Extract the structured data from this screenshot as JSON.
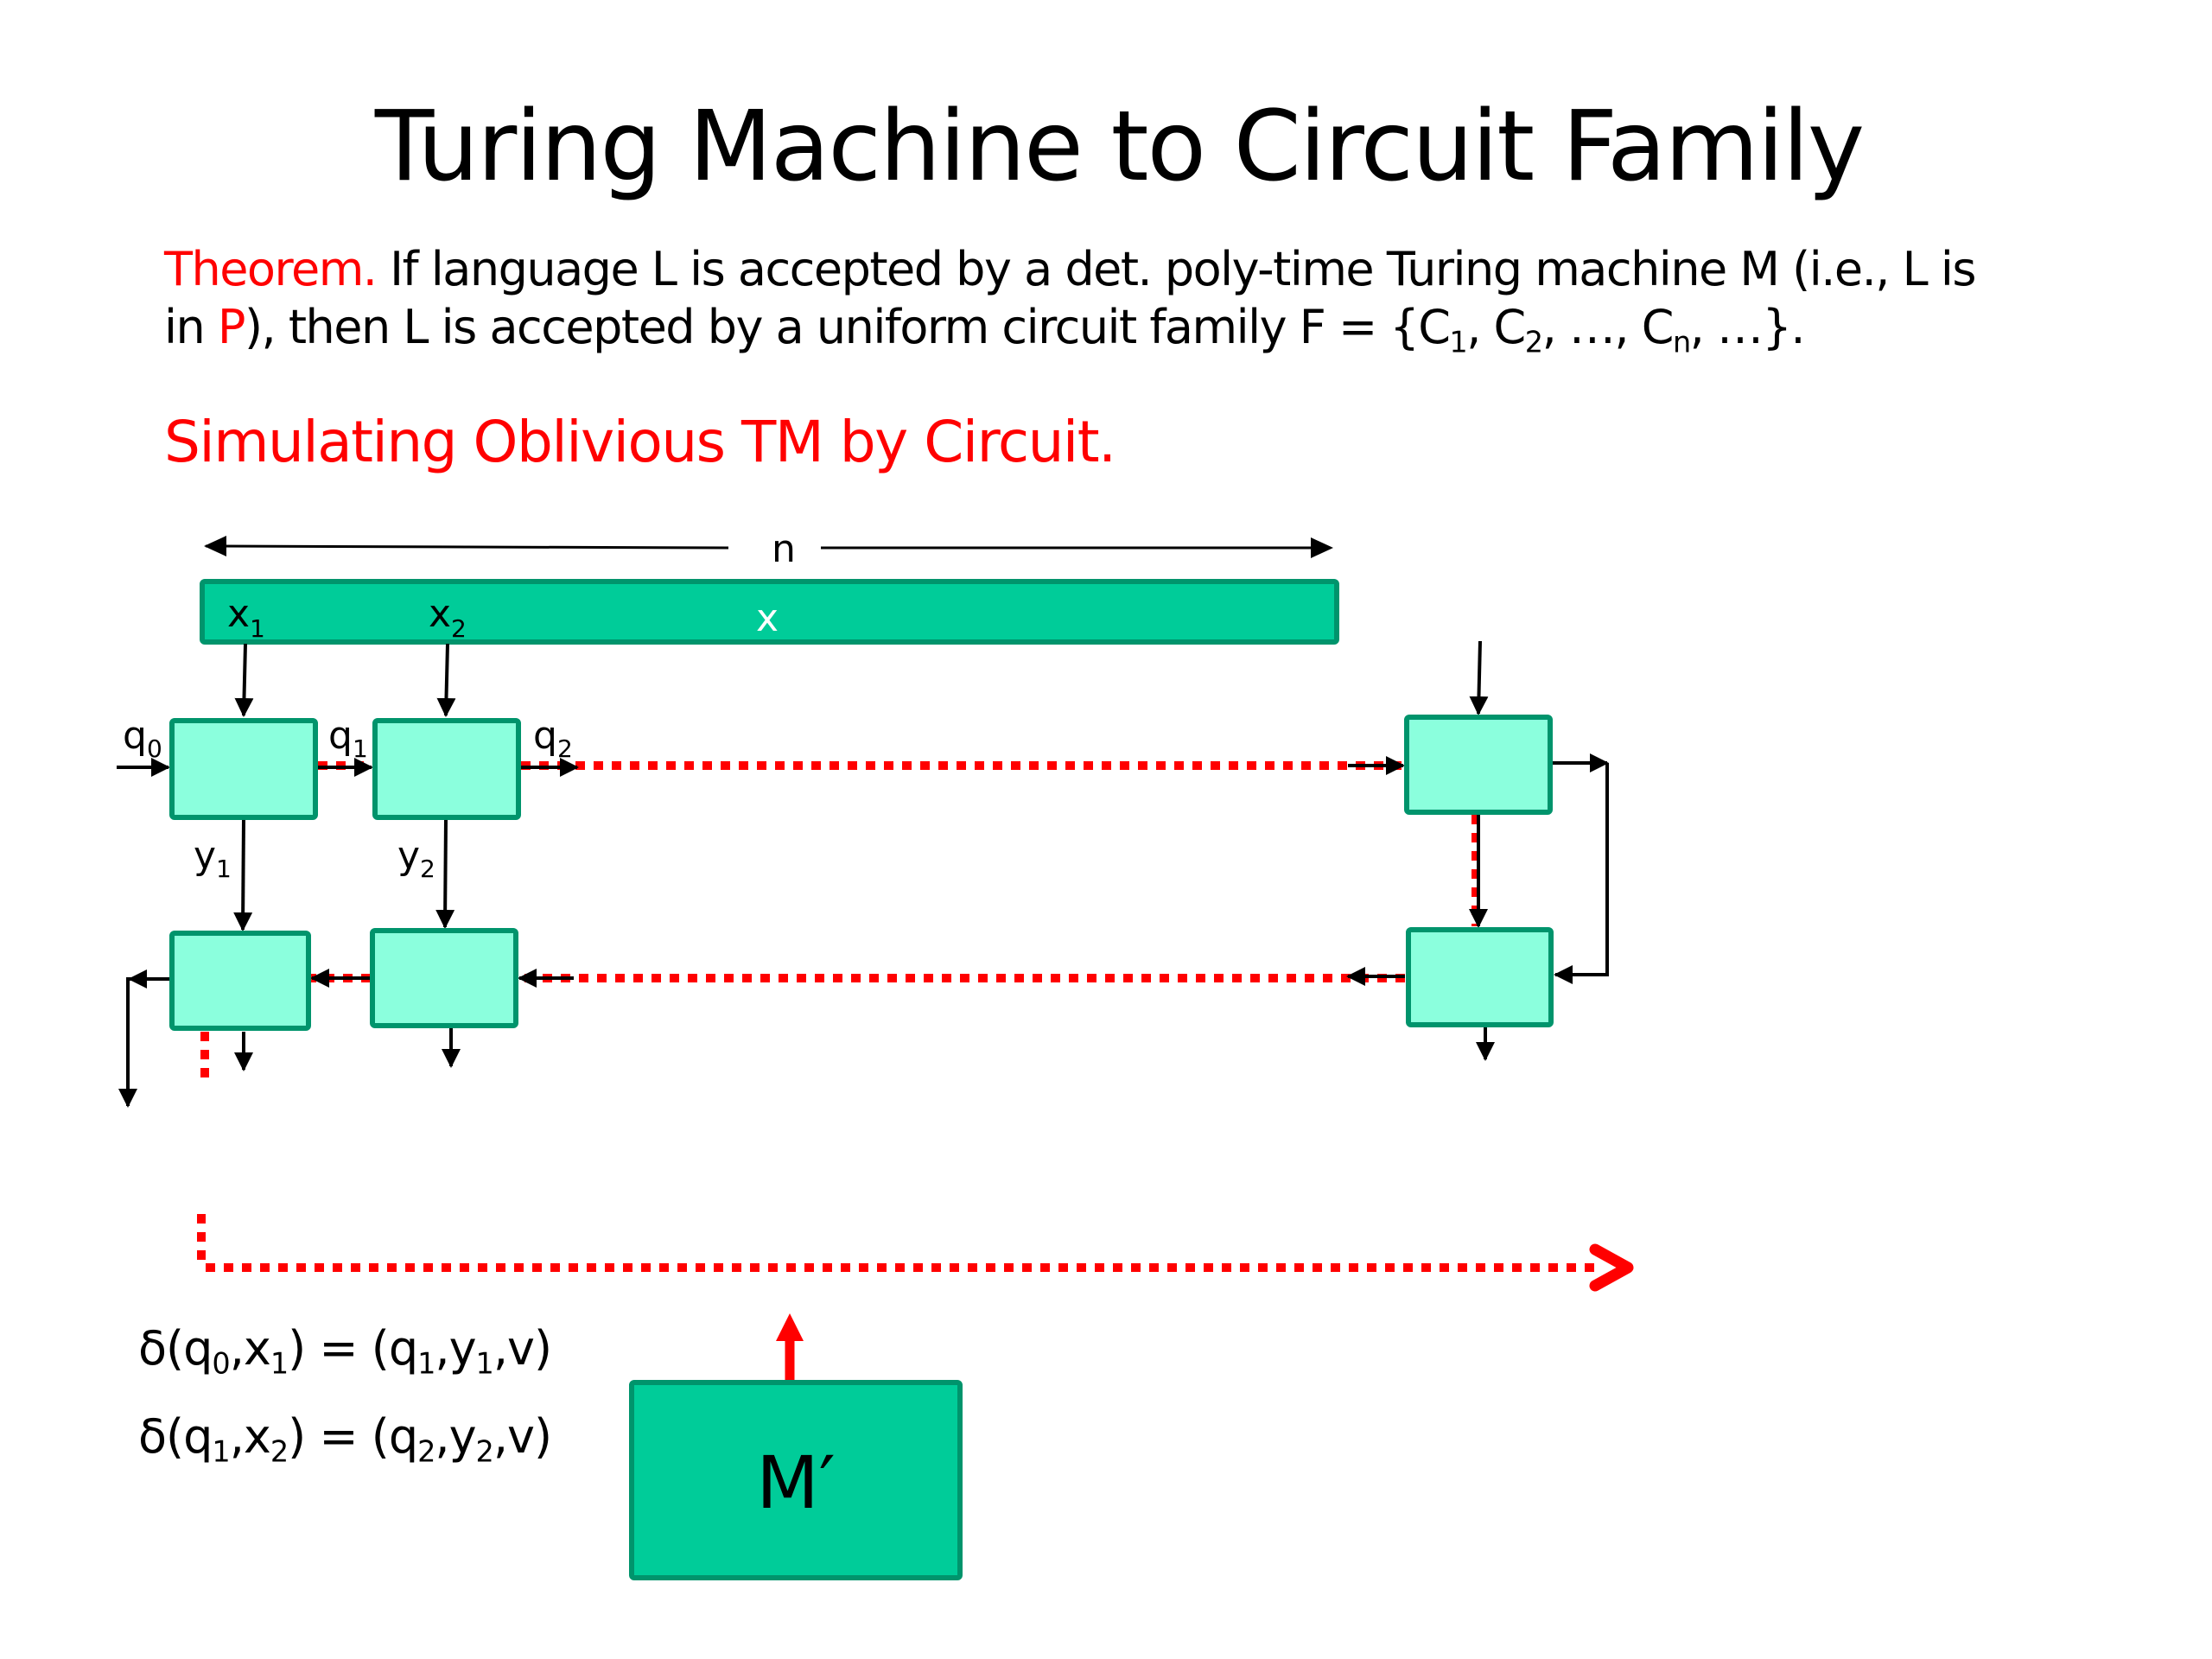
{
  "slide": {
    "title": "Turing Machine to Circuit Family",
    "theorem": {
      "label": "Theorem.",
      "line1_text": " If language L is accepted by a det. poly-time Turing machine M (i.e., L is",
      "line2_prefix": "in ",
      "line2_P": "P",
      "line2_text": "), then L is accepted by a uniform circuit family F = {C",
      "sub1": "1",
      "mid1": ", C",
      "sub2": "2",
      "mid2": ", …, C",
      "subn": "n",
      "tail": ", …}."
    },
    "section_heading": "Simulating Oblivious TM by Circuit."
  },
  "diagram": {
    "tape_length_label": "n",
    "tape_label": "x",
    "input_labels": [
      {
        "base": "x",
        "sub": "1"
      },
      {
        "base": "x",
        "sub": "2"
      }
    ],
    "state_labels": [
      {
        "base": "q",
        "sub": "0"
      },
      {
        "base": "q",
        "sub": "1"
      },
      {
        "base": "q",
        "sub": "2"
      }
    ],
    "output_labels": [
      {
        "base": "y",
        "sub": "1"
      },
      {
        "base": "y",
        "sub": "2"
      }
    ],
    "machine_label": "M′",
    "colors": {
      "tape_fill": "#00cc99",
      "tape_border": "#00946c",
      "cell_fill": "#8bffdd",
      "cell_border": "#00946c",
      "highlight": "#ff0000"
    }
  },
  "equations": [
    {
      "lhs": "δ(q",
      "s1": "0",
      "m1": ",x",
      "s2": "1",
      "m2": ") = (q",
      "s3": "1",
      "m3": ",y",
      "s4": "1",
      "rhs": ",v)"
    },
    {
      "lhs": "δ(q",
      "s1": "1",
      "m1": ",x",
      "s2": "2",
      "m2": ") = (q",
      "s3": "2",
      "m3": ",y",
      "s4": "2",
      "rhs": ",v)"
    }
  ]
}
